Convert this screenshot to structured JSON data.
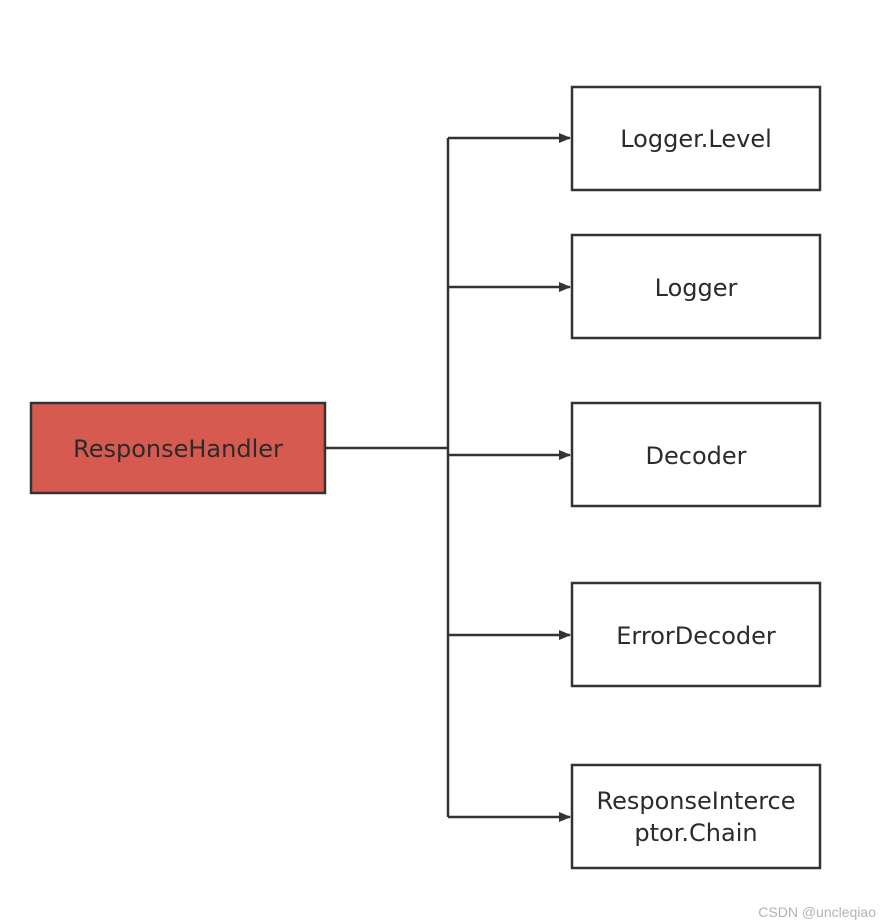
{
  "source": {
    "label": "ResponseHandler",
    "fill": "#d65a50",
    "stroke": "#333333"
  },
  "targets": [
    {
      "label_lines": [
        "Logger.Level"
      ]
    },
    {
      "label_lines": [
        "Logger"
      ]
    },
    {
      "label_lines": [
        "Decoder"
      ]
    },
    {
      "label_lines": [
        "ErrorDecoder"
      ]
    },
    {
      "label_lines": [
        "ResponseInterce",
        "ptor.Chain"
      ]
    }
  ],
  "colors": {
    "edge": "#333333",
    "target_fill": "#ffffff",
    "target_stroke": "#333333"
  },
  "watermark": "CSDN @uncleqiao"
}
